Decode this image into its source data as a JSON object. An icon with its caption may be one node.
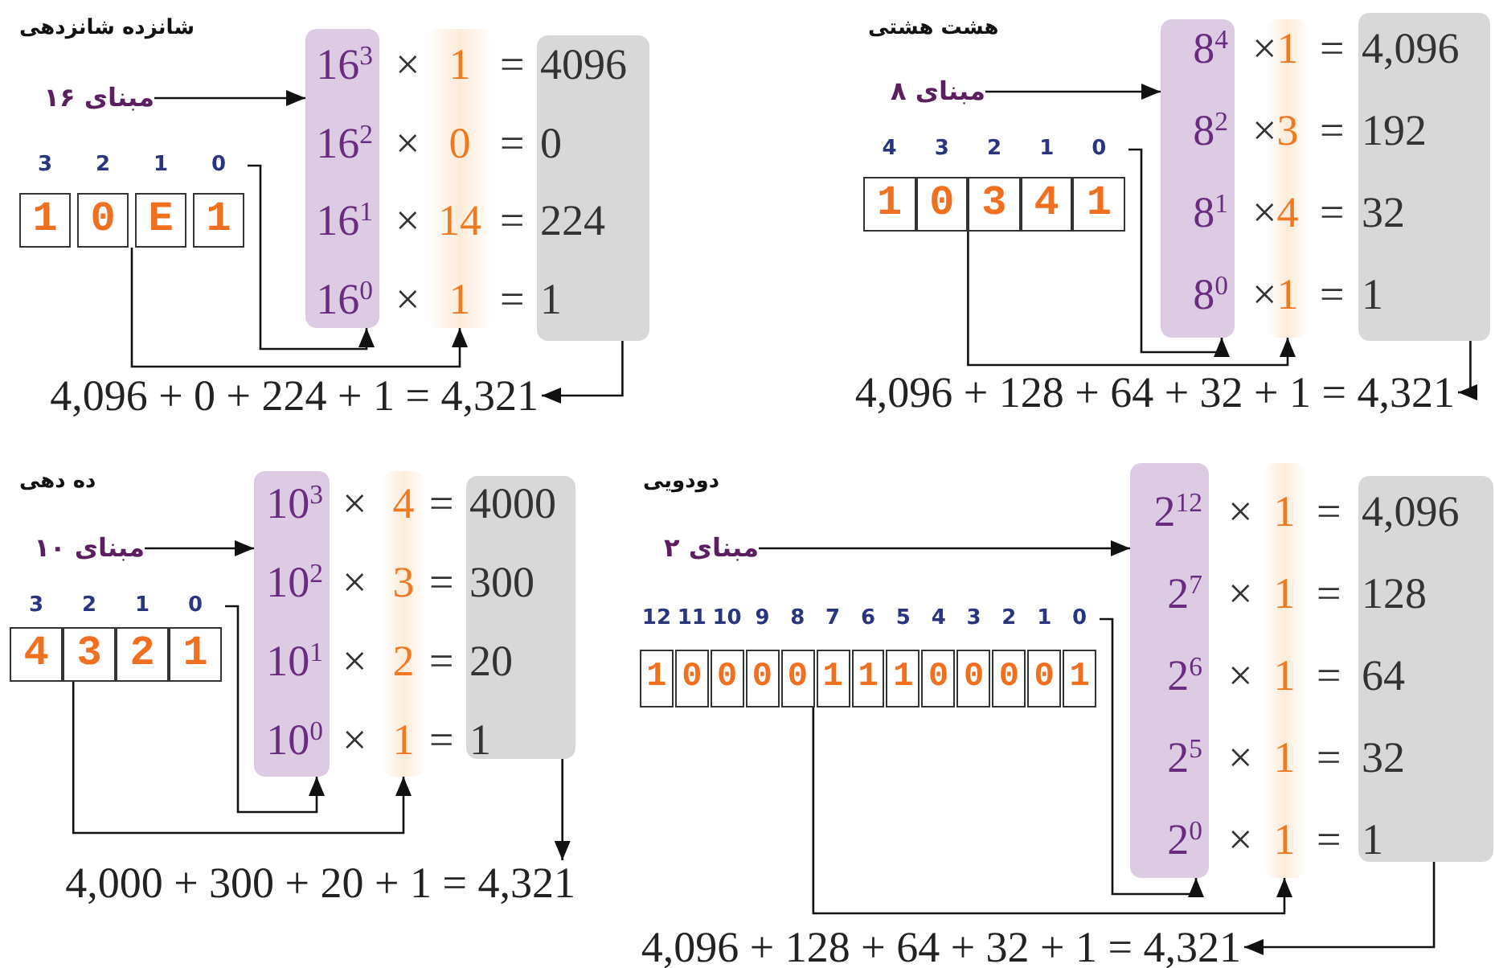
{
  "diagram": {
    "nodes": [
      {
        "text": [
          "مبنای ۱۶"
        ]
      },
      {
        "text": [
          "3",
          "2",
          "1",
          "0"
        ]
      },
      {
        "text": [
          "1",
          "0",
          "E",
          "1"
        ]
      },
      {
        "text": [
          "16$^{3}$",
          "16$^{2}$",
          "16$^{1}$",
          "16$^{0}$"
        ]
      },
      {
        "text": [
          "1",
          "0",
          "14",
          "1"
        ]
      },
      {
        "text": [
          "4096",
          "0",
          "224",
          "1"
        ]
      },
      {
        "text": [
          "4,096 + 0 + 224 + 1 = 4,321"
        ]
      },
      {
        "text": [
          "مبنای ۸"
        ]
      },
      {
        "text": [
          "4",
          "3",
          "2",
          "1",
          "0"
        ]
      },
      {
        "text": [
          "1",
          "0",
          "3",
          "4",
          "1"
        ]
      },
      {
        "text": [
          "8$^{4}$",
          "8$^{2}$",
          "8$^{1}$",
          "8$^{0}$"
        ]
      },
      {
        "text": [
          "1",
          "3",
          "4",
          "1"
        ]
      },
      {
        "text": [
          "4,096",
          "192",
          "32",
          "1"
        ]
      },
      {
        "text": [
          "4,096 + 128 + 64 + 32 + 1 = 4,321"
        ]
      },
      {
        "text": [
          "مبنای ۱۰"
        ]
      },
      {
        "text": [
          "3",
          "2",
          "1",
          "0"
        ]
      },
      {
        "text": [
          "4",
          "3",
          "2",
          "1"
        ]
      },
      {
        "text": [
          "10$^{3}$",
          "10$^{2}$",
          "10$^{1}$",
          "10$^{0}$"
        ]
      },
      {
        "text": [
          "4",
          "3",
          "2",
          "1"
        ]
      },
      {
        "text": [
          "4000",
          "300",
          "20",
          "1"
        ]
      },
      {
        "text": [
          "4,000 + 300 + 20 + 1 = 4,321"
        ]
      },
      {
        "text": [
          "مبنای ۲"
        ]
      },
      {
        "text": [
          "12",
          "11",
          "10",
          "9",
          "8",
          "7",
          "6",
          "5",
          "4",
          "3",
          "2",
          "1",
          "0"
        ]
      },
      {
        "text": [
          "1",
          "0",
          "0",
          "0",
          "0",
          "1",
          "1",
          "1",
          "0",
          "0",
          "0",
          "0",
          "1"
        ]
      },
      {
        "text": [
          "2$^{12}$",
          "2$^{7}$",
          "2$^{6}$",
          "2$^{5}$",
          "2$^{0}$"
        ]
      },
      {
        "text": [
          "1",
          "1",
          "1",
          "1",
          "1"
        ]
      },
      {
        "text": [
          "4,096",
          "128",
          "64",
          "32",
          "1"
        ]
      },
      {
        "text": [
          "4,096 + 128 + 64 + 32 + 1 = 4,321"
        ]
      }
    ],
    "edges": [
      {
        "from": 0,
        "to": 3,
        "arrow": "to"
      },
      {
        "from": 1,
        "to": 3,
        "arrow": "to"
      },
      {
        "from": 2,
        "to": 4,
        "arrow": "to"
      },
      {
        "from": 5,
        "to": 6,
        "arrow": "to"
      },
      {
        "from": 7,
        "to": 10,
        "arrow": "to"
      },
      {
        "from": 8,
        "to": 10,
        "arrow": "to"
      },
      {
        "from": 9,
        "to": 11,
        "arrow": "to"
      },
      {
        "from": 12,
        "to": 13,
        "arrow": "to"
      },
      {
        "from": 14,
        "to": 17,
        "arrow": "to"
      },
      {
        "from": 15,
        "to": 17,
        "arrow": "to"
      },
      {
        "from": 16,
        "to": 18,
        "arrow": "to"
      },
      {
        "from": 19,
        "to": 20,
        "arrow": "to"
      },
      {
        "from": 21,
        "to": 24,
        "arrow": "to"
      },
      {
        "from": 22,
        "to": 24,
        "arrow": "to"
      },
      {
        "from": 23,
        "to": 25,
        "arrow": "to"
      },
      {
        "from": 26,
        "to": 27,
        "arrow": "to"
      }
    ],
    "labels": [
      "شانزده شانزدهی",
      "×",
      "=",
      "×",
      "=",
      "×",
      "=",
      "×",
      "=",
      "هشت هشتی",
      "×",
      "=",
      "×",
      "=",
      "×",
      "=",
      "×",
      "=",
      "ده دهی",
      "×",
      "=",
      "×",
      "=",
      "×",
      "=",
      "×",
      "=",
      "دودویی",
      "×",
      "=",
      "×",
      "=",
      "×",
      "=",
      "×",
      "=",
      "×",
      "="
    ]
  }
}
